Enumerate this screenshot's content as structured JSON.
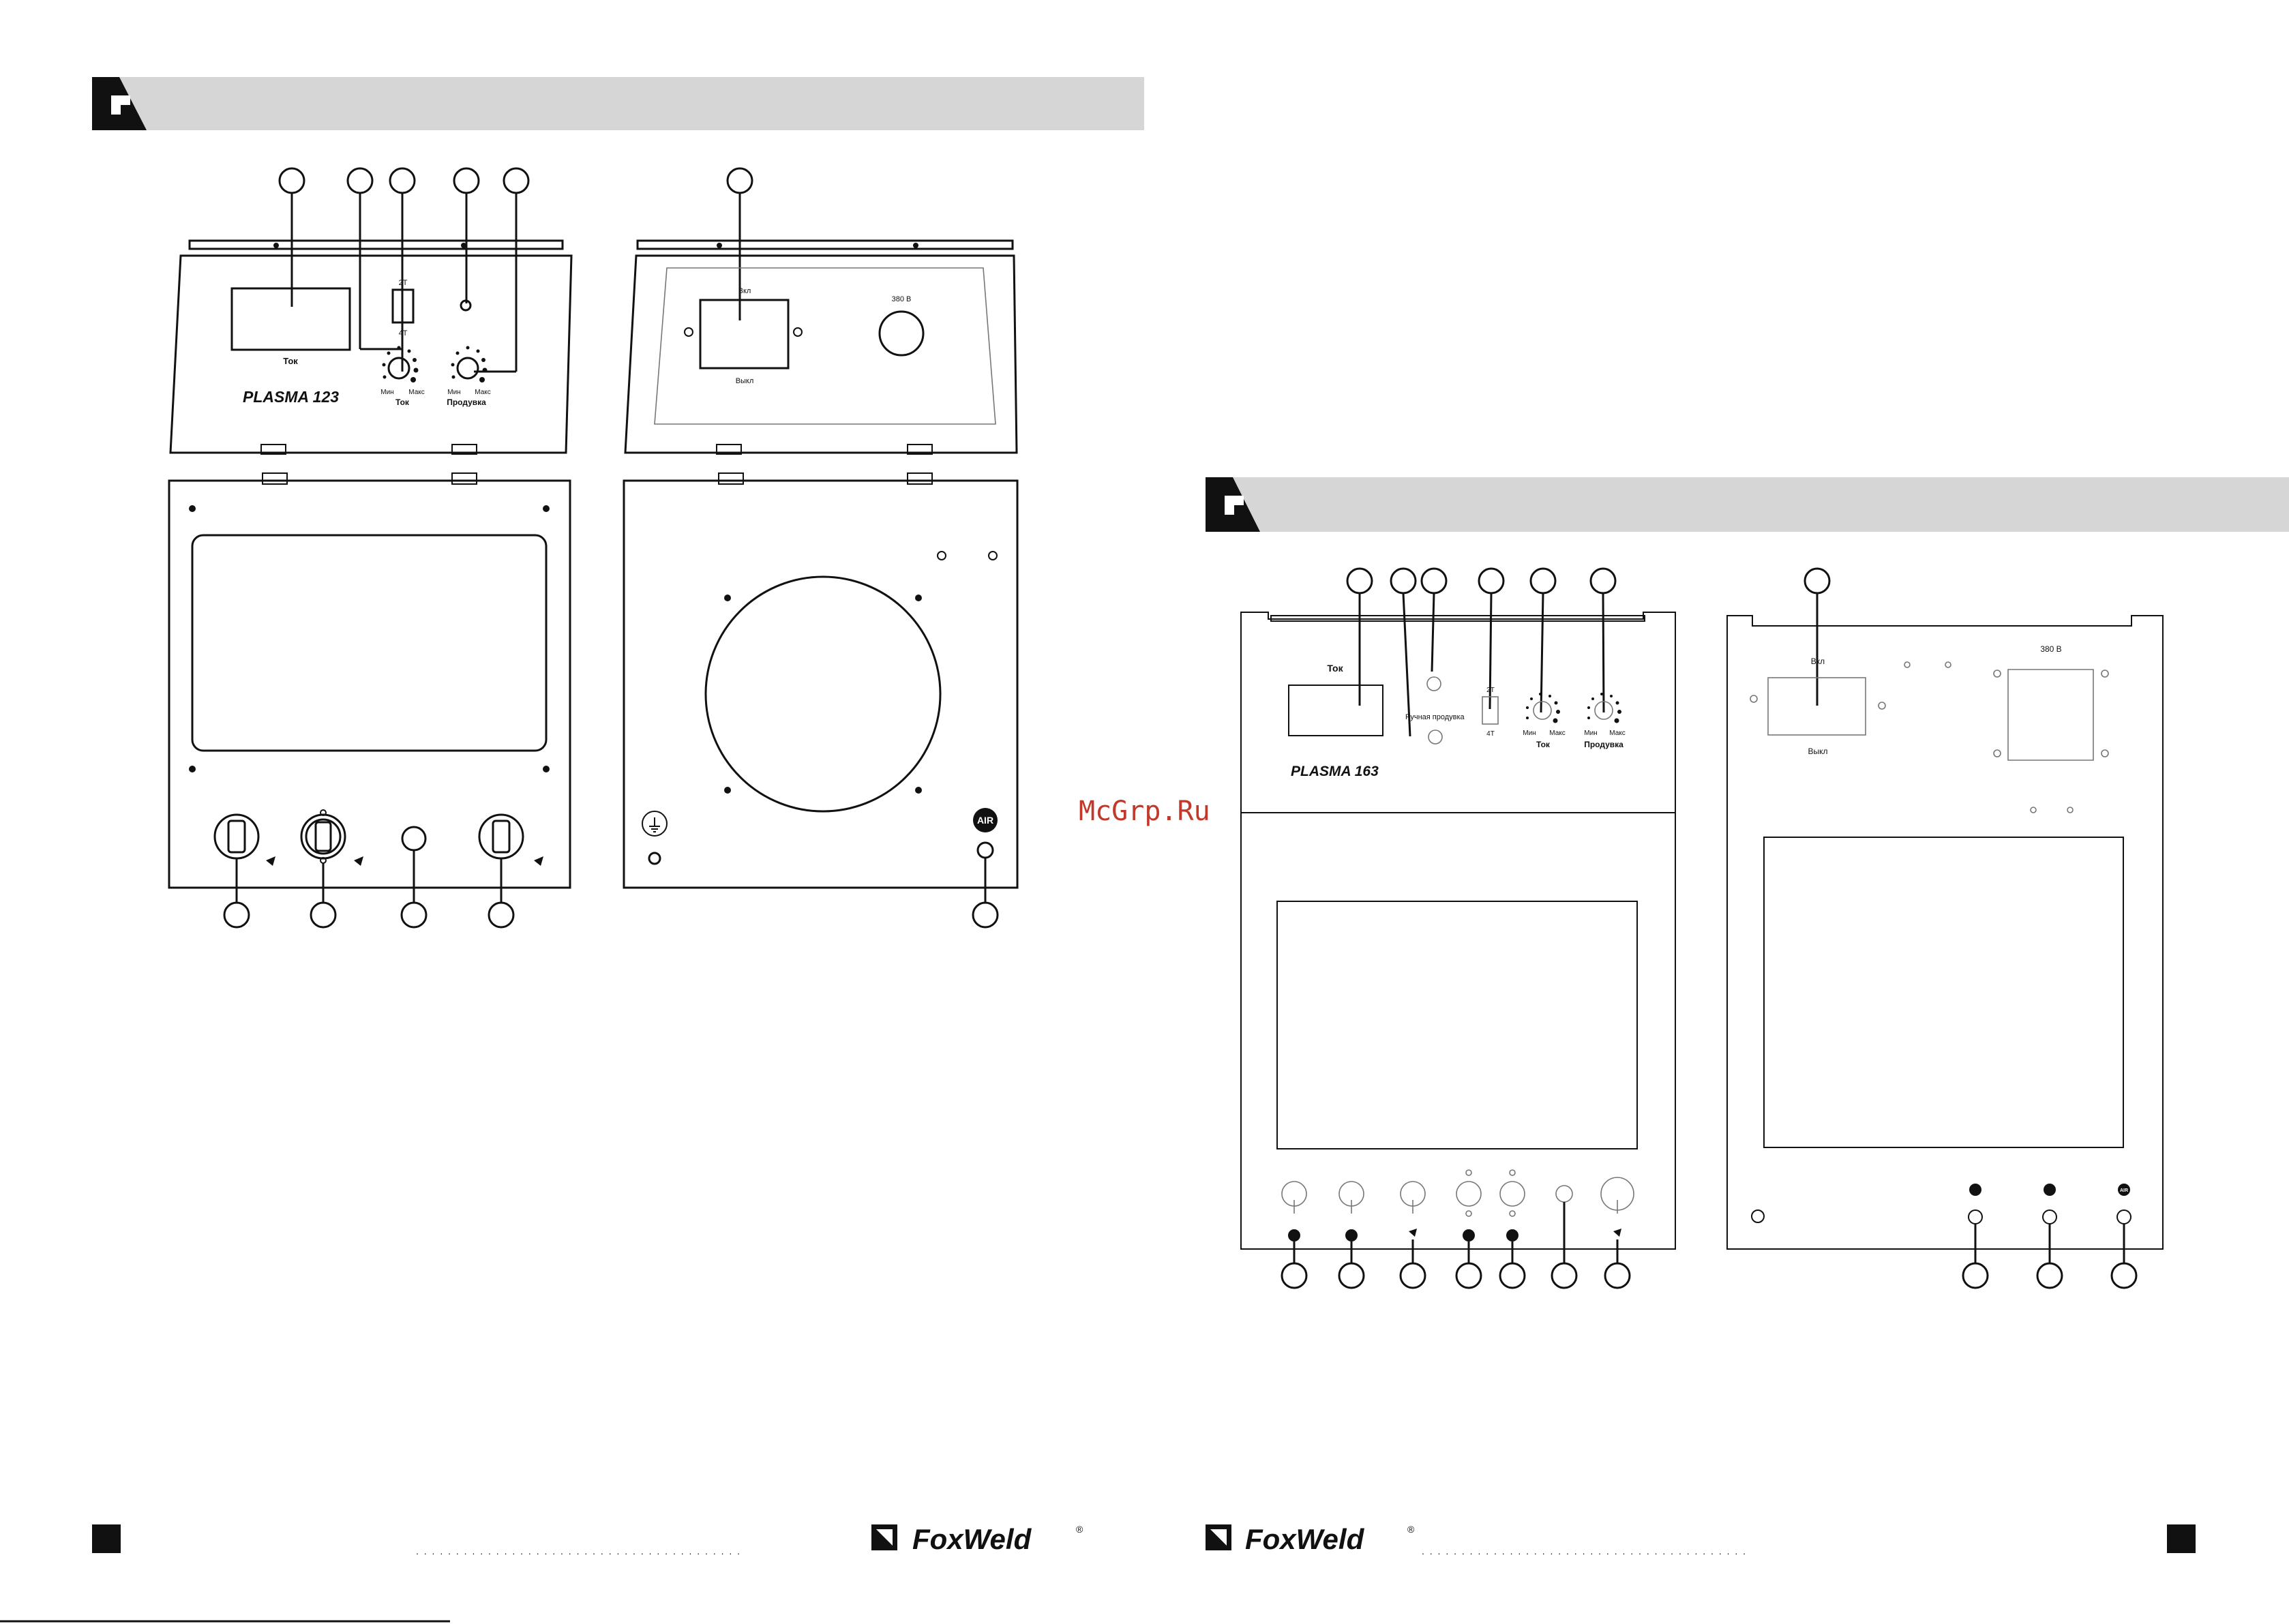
{
  "watermark": "McGrp.Ru",
  "brand": {
    "name": "FoxWeld",
    "mark": "®"
  },
  "leaders": ". . . . . . . . . . . . . . . . . . . . . . . . . . . . . . . . . . . . . . . . .",
  "plasma123": {
    "model": "PLASMA 123",
    "display_label": "Ток",
    "mode_2t": "2T",
    "mode_4t": "4T",
    "knob_current": {
      "min": "Мин",
      "max": "Макс",
      "title": "Ток"
    },
    "knob_purge": {
      "min": "Мин",
      "max": "Макс",
      "title": "Продувка"
    },
    "switch_on": "Вкл",
    "switch_off": "Выкл",
    "voltage": "380 В",
    "air": "AIR"
  },
  "plasma163": {
    "model": "PLASMA 163",
    "display_label": "Ток",
    "manual_purge": "Ручная продувка",
    "mode_2t": "2T",
    "mode_4t": "4T",
    "knob_current": {
      "min": "Мин",
      "max": "Макс",
      "title": "Ток"
    },
    "knob_purge": {
      "min": "Мин",
      "max": "Макс",
      "title": "Продувка"
    },
    "switch_on": "Вкл",
    "switch_off": "Выкл",
    "voltage": "380 В",
    "air": "AIR"
  }
}
